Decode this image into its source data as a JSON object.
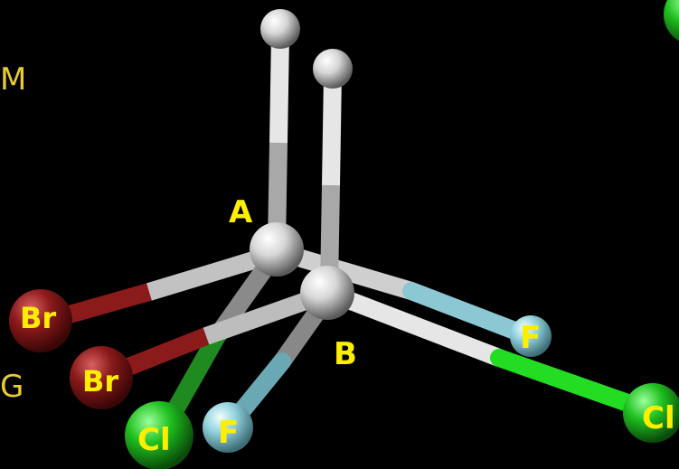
{
  "side_labels": {
    "top": "M",
    "bottom": "G"
  },
  "atoms": {
    "A": "A",
    "B": "B",
    "br1": "Br",
    "br2": "Br",
    "cl1": "Cl",
    "cl2": "Cl",
    "f1": "F",
    "f2": "F"
  },
  "colors": {
    "background": "#000000",
    "label": "#ffee00",
    "side_label": "#e8cc2e",
    "carbon_hydrogen": "#d9d9d9",
    "bromine": "#8b1a1a",
    "chlorine": "#1fbf1f",
    "fluorine": "#8fd0dc"
  }
}
